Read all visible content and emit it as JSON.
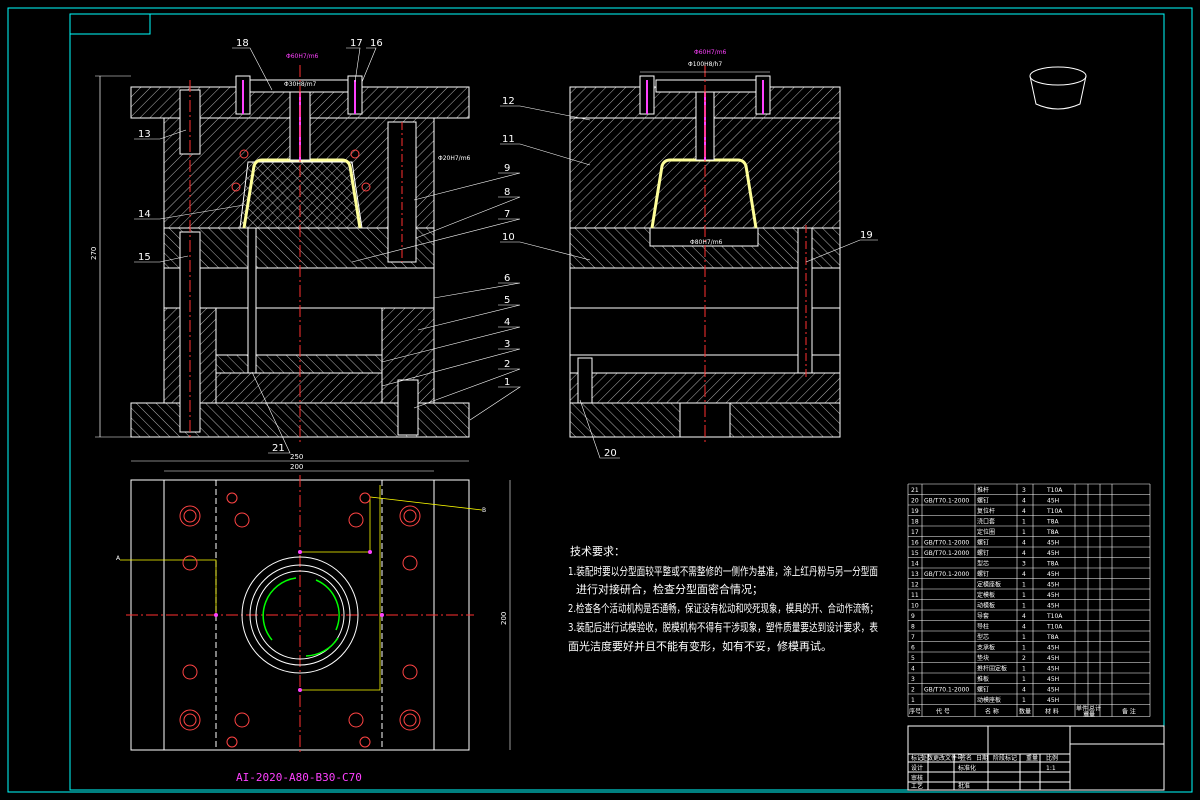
{
  "dimensions": {
    "left_total_height": "270",
    "plan_outer_width": "250",
    "plan_inner_width": "200",
    "plan_height": "200",
    "fit_top_left": "Φ30H8/m7",
    "fit_side_left": "Φ20H7/m6",
    "fit_top_right": "Φ100H8/h7",
    "fit_core_right": "Φ80H7/m6",
    "magenta_label_left": "Φ60H7/m6",
    "magenta_label_right": "Φ60H7/m6",
    "plan_note_b": "B",
    "plan_note_a": "A"
  },
  "callouts": {
    "n18": "18",
    "n17": "17",
    "n16": "16",
    "n13": "13",
    "n14": "14",
    "n15": "15",
    "n9": "9",
    "n8": "8",
    "n7": "7",
    "n6": "6",
    "n5": "5",
    "n4": "4",
    "n3": "3",
    "n2": "2",
    "n1": "1",
    "n21": "21",
    "n12": "12",
    "n11": "11",
    "n10": "10",
    "n19": "19",
    "n20": "20"
  },
  "drawing_code": "AI-2020-A80-B30-C70",
  "requirements": {
    "title": "技术要求：",
    "line1": "1.装配时要以分型面较平整或不需整修的一侧作为基准，涂上红丹粉与另一分型面",
    "line2": "进行对接研合，检查分型面密合情况；",
    "line3": "2.检查各个活动机构是否通畅，保证没有松动和咬死现象，模具的开、合动作流畅；",
    "line4": "3.装配后进行试模验收，脱模机构不得有干涉现象，塑件质量要达到设计要求，表",
    "line5": "面光洁度要好并且不能有变形，如有不妥，修模再试。"
  },
  "bom": {
    "rows": [
      {
        "no": "21",
        "std": "",
        "name": "推杆",
        "qty": "3",
        "mat": "T10A"
      },
      {
        "no": "20",
        "std": "GB/T70.1-2000",
        "name": "螺钉",
        "qty": "4",
        "mat": "45H"
      },
      {
        "no": "19",
        "std": "",
        "name": "复位杆",
        "qty": "4",
        "mat": "T10A"
      },
      {
        "no": "18",
        "std": "",
        "name": "浇口套",
        "qty": "1",
        "mat": "T8A"
      },
      {
        "no": "17",
        "std": "",
        "name": "定位圈",
        "qty": "1",
        "mat": "T8A"
      },
      {
        "no": "16",
        "std": "GB/T70.1-2000",
        "name": "螺钉",
        "qty": "4",
        "mat": "45H"
      },
      {
        "no": "15",
        "std": "GB/T70.1-2000",
        "name": "螺钉",
        "qty": "4",
        "mat": "45H"
      },
      {
        "no": "14",
        "std": "",
        "name": "型芯",
        "qty": "3",
        "mat": "T8A"
      },
      {
        "no": "13",
        "std": "GB/T70.1-2000",
        "name": "螺钉",
        "qty": "4",
        "mat": "45H"
      },
      {
        "no": "12",
        "std": "",
        "name": "定模座板",
        "qty": "1",
        "mat": "45H"
      },
      {
        "no": "11",
        "std": "",
        "name": "定模板",
        "qty": "1",
        "mat": "45H"
      },
      {
        "no": "10",
        "std": "",
        "name": "动模板",
        "qty": "1",
        "mat": "45H"
      },
      {
        "no": "9",
        "std": "",
        "name": "导套",
        "qty": "4",
        "mat": "T10A"
      },
      {
        "no": "8",
        "std": "",
        "name": "导柱",
        "qty": "4",
        "mat": "T10A"
      },
      {
        "no": "7",
        "std": "",
        "name": "型芯",
        "qty": "1",
        "mat": "T8A"
      },
      {
        "no": "6",
        "std": "",
        "name": "支承板",
        "qty": "1",
        "mat": "45H"
      },
      {
        "no": "5",
        "std": "",
        "name": "垫块",
        "qty": "2",
        "mat": "45H"
      },
      {
        "no": "4",
        "std": "",
        "name": "推杆固定板",
        "qty": "1",
        "mat": "45H"
      },
      {
        "no": "3",
        "std": "",
        "name": "推板",
        "qty": "1",
        "mat": "45H"
      },
      {
        "no": "2",
        "std": "GB/T70.1-2000",
        "name": "螺钉",
        "qty": "4",
        "mat": "45H"
      },
      {
        "no": "1",
        "std": "",
        "name": "动模座板",
        "qty": "1",
        "mat": "45H"
      }
    ],
    "header": {
      "no": "序号",
      "code": "代  号",
      "name": "名  称",
      "qty": "数量",
      "mat": "材  料",
      "unit_weight": "单件",
      "total_weight": "总计",
      "weight": "重量",
      "remark": "备  注"
    }
  },
  "title_block": {
    "c1": "标记",
    "c2": "处数",
    "c3": "更改文件号",
    "c4": "签名",
    "c5": "日期",
    "c6": "设计",
    "c7": "审核",
    "c8": "工艺",
    "c9": "标准化",
    "c10": "批准",
    "c11": "阶段标记",
    "c12": "重量",
    "c13": "比例",
    "c14": "1:1"
  },
  "colors": {
    "frame": "#00ffff",
    "geometry": "#ffffff",
    "part_highlight": "#ffff99",
    "center_line": "#ff3030",
    "hidden": "#ffff00",
    "accent": "#ff40ff",
    "hole": "#ff4444",
    "plan_lines": "#00ff00"
  }
}
